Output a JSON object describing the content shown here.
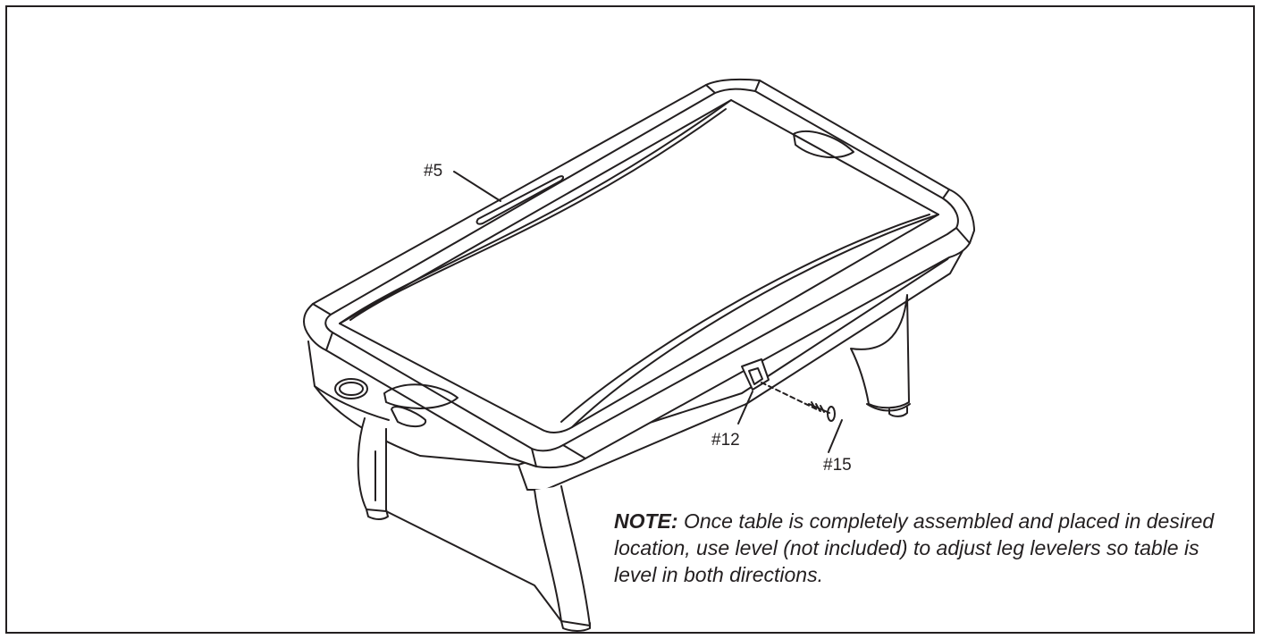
{
  "callouts": {
    "part_5": "#5",
    "part_12": "#12",
    "part_15": "#15"
  },
  "note": {
    "label": "NOTE:",
    "text": " Once table is completely assembled and placed in desired location, use level (not included) to adjust leg levelers so table is level in both directions."
  },
  "colors": {
    "line": "#231f20",
    "background": "#ffffff"
  }
}
